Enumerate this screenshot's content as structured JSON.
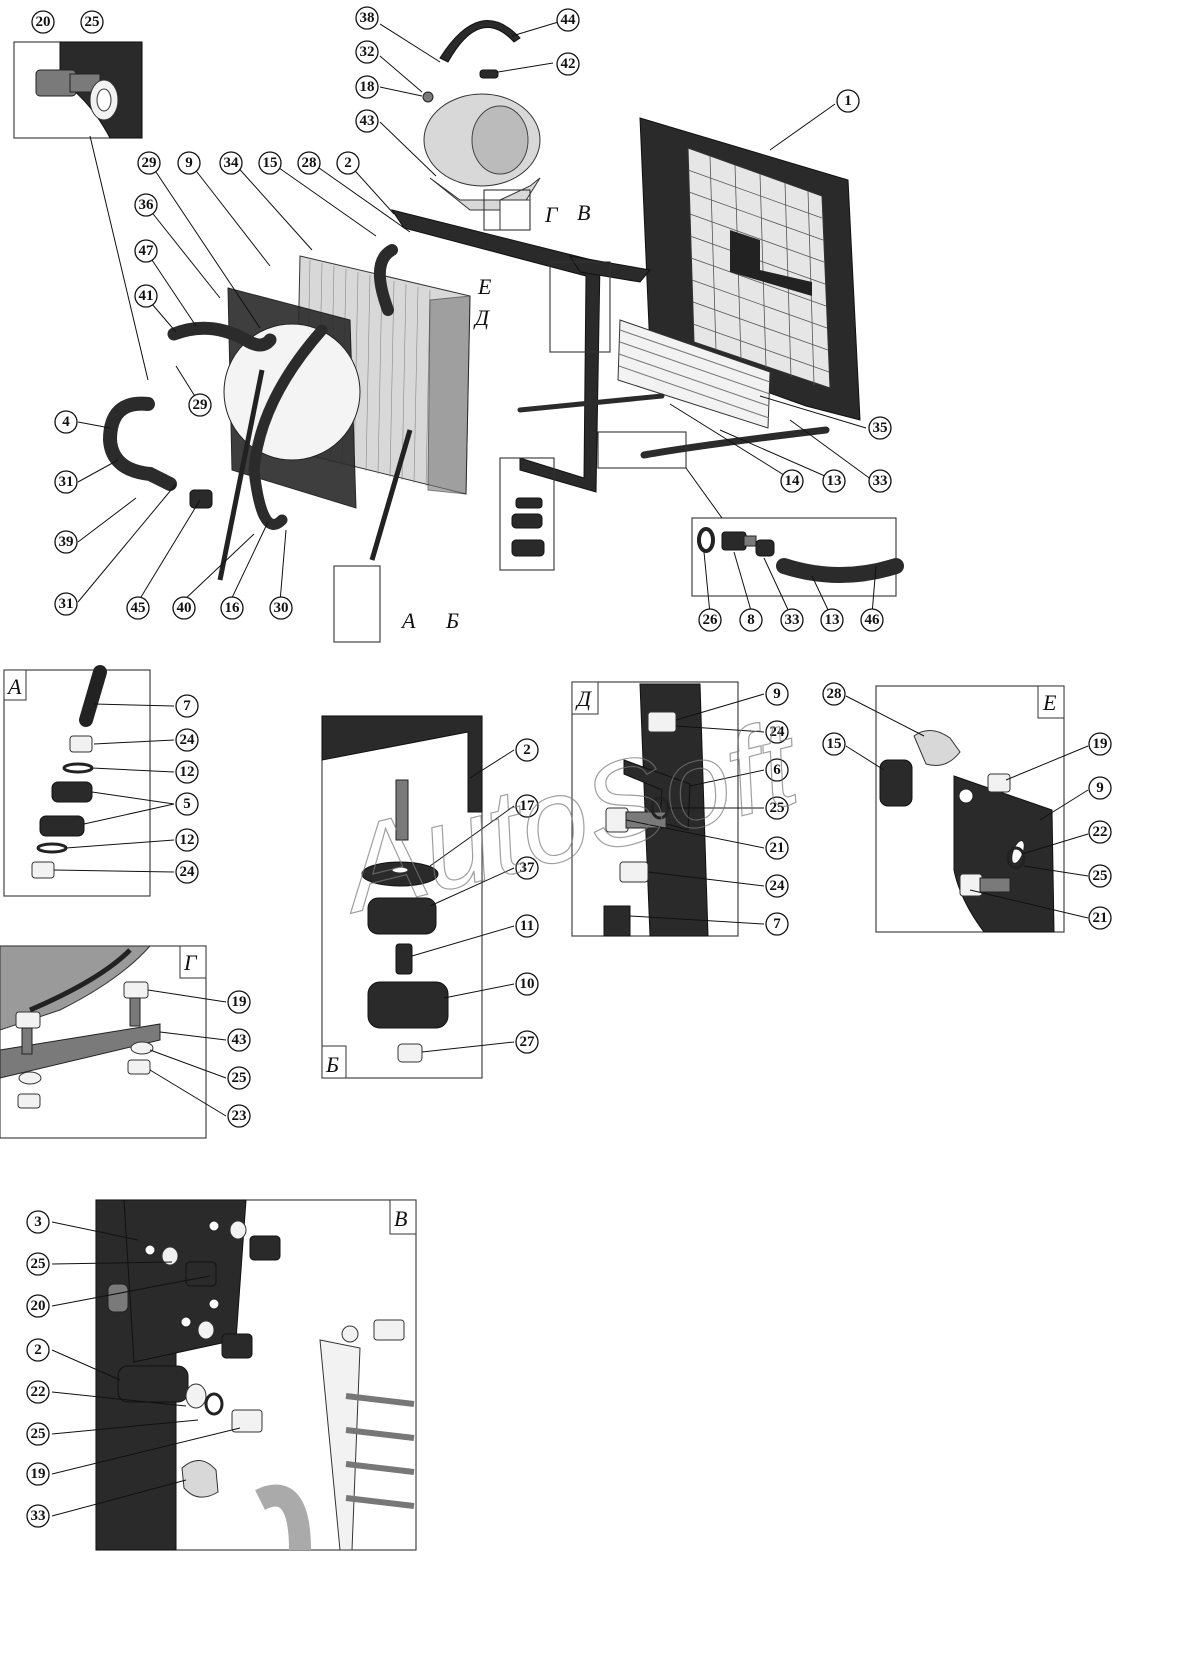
{
  "watermark": "AutoSoft",
  "views": [
    "А",
    "Б",
    "В",
    "Г",
    "Д",
    "Е"
  ],
  "callouts_main": [
    "20",
    "25",
    "38",
    "44",
    "32",
    "42",
    "18",
    "1",
    "43",
    "29",
    "9",
    "34",
    "15",
    "28",
    "2",
    "36",
    "47",
    "41",
    "29",
    "4",
    "31",
    "39",
    "31",
    "45",
    "40",
    "16",
    "30",
    "35",
    "14",
    "13",
    "33",
    "26",
    "8",
    "33",
    "13",
    "46"
  ],
  "callouts_A": [
    "7",
    "24",
    "12",
    "5",
    "12",
    "24"
  ],
  "callouts_B": [
    "2",
    "17",
    "37",
    "11",
    "10",
    "27"
  ],
  "callouts_D": [
    "9",
    "24",
    "6",
    "25",
    "21",
    "24",
    "7"
  ],
  "callouts_E": [
    "28",
    "15",
    "19",
    "9",
    "22",
    "25",
    "21"
  ],
  "callouts_G": [
    "19",
    "43",
    "25",
    "23"
  ],
  "callouts_V": [
    "3",
    "25",
    "20",
    "2",
    "22",
    "25",
    "19",
    "33"
  ]
}
